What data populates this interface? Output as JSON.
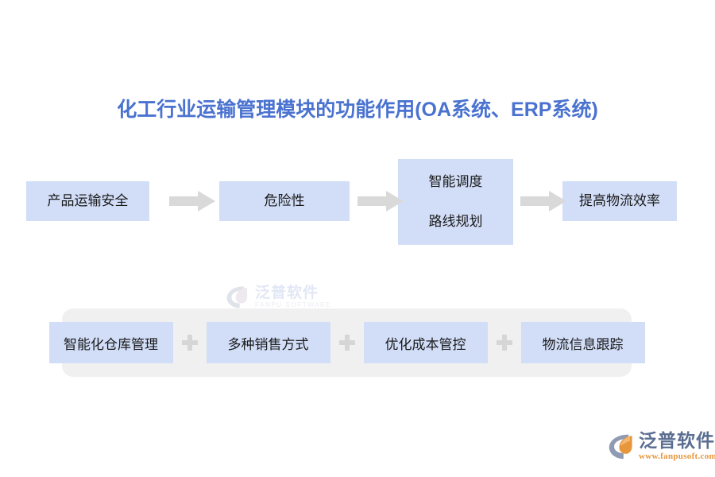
{
  "page": {
    "background_color": "#ffffff",
    "title": "化工行业运输管理模块的功能作用(OA系统、ERP系统)",
    "title_color": "#4a72d0"
  },
  "flow": {
    "box_fill": "#d2def8",
    "arrow_color": "#d9d9d9",
    "boxes": [
      {
        "lines": [
          "产品运输安全"
        ]
      },
      {
        "lines": [
          "危险性"
        ]
      },
      {
        "lines": [
          "智能调度",
          "路线规划"
        ]
      },
      {
        "lines": [
          "提高物流效率"
        ]
      }
    ],
    "arrows": [
      {
        "label": "arrow-right"
      },
      {
        "label": "arrow-right"
      },
      {
        "label": "arrow-right"
      }
    ]
  },
  "bottom_panel": {
    "panel_color": "#f0f0f0",
    "box_fill": "#d2def8",
    "separator_color": "#d6d6d6",
    "separator_symbol": "+",
    "items": [
      {
        "label": "智能化仓库管理"
      },
      {
        "label": "多种销售方式"
      },
      {
        "label": "优化成本管控"
      },
      {
        "label": "物流信息跟踪"
      }
    ]
  },
  "watermark": {
    "cn": "泛普软件",
    "en": "FANPU SOFTWARE"
  },
  "corner_logo": {
    "cn": "泛普软件",
    "url": "www.fanpusoft.com",
    "cn_color": "#5b6e91",
    "url_color": "#e8963c"
  }
}
